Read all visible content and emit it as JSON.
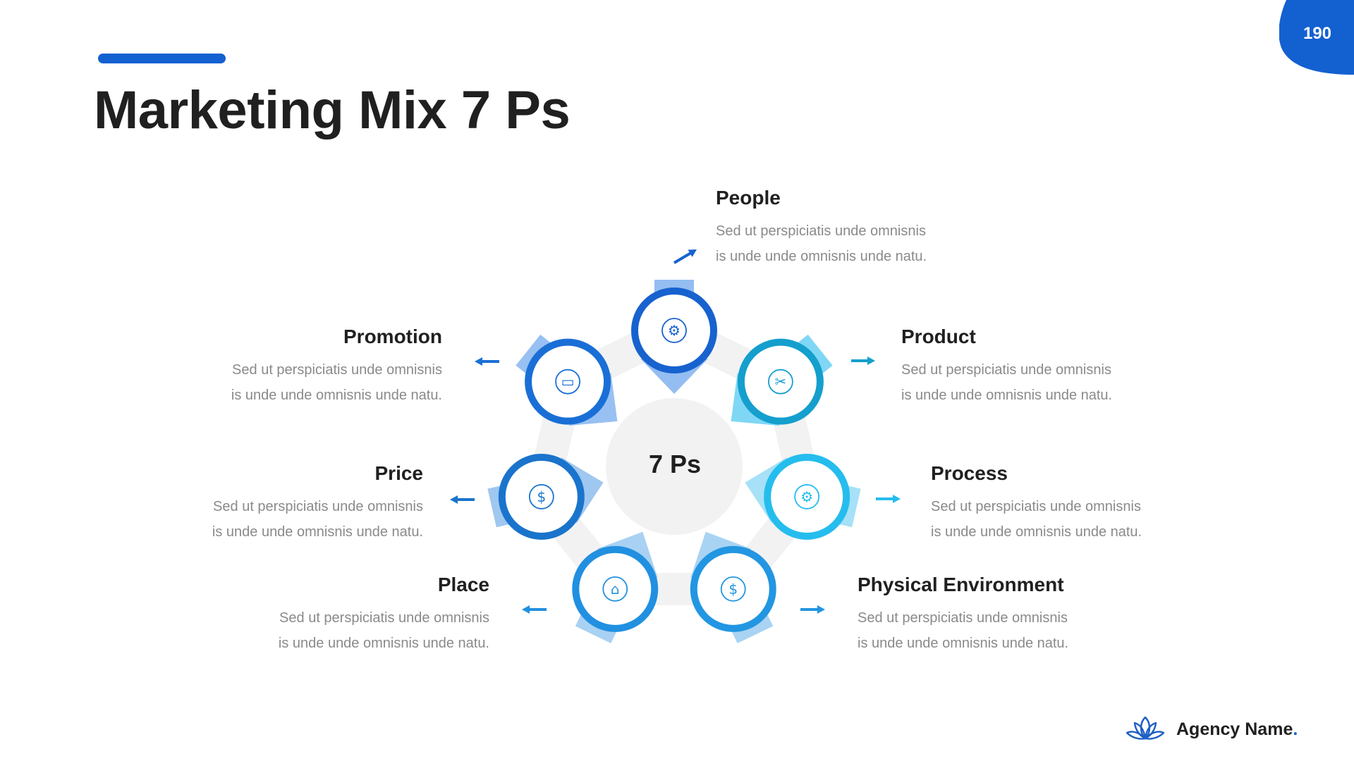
{
  "header": {
    "title": "Marketing Mix 7 Ps",
    "page_number": "190"
  },
  "diagram": {
    "center_label": "7 Ps",
    "items": [
      {
        "key": "people",
        "title": "People",
        "icon": "head-gears-icon",
        "description_line1": "Sed ut perspiciatis unde omnisnis",
        "description_line2": "is unde unde omnisnis unde natu.",
        "ring_color": "#1762cf",
        "arrow_color": "#94bdf2",
        "pointer_color": "#1762cf"
      },
      {
        "key": "product",
        "title": "Product",
        "icon": "tools-icon",
        "description_line1": "Sed ut perspiciatis unde omnisnis",
        "description_line2": "is unde unde omnisnis unde natu.",
        "ring_color": "#149fcd",
        "arrow_color": "#7fd7f5",
        "pointer_color": "#149fcd"
      },
      {
        "key": "process",
        "title": "Process",
        "icon": "gear-chart-icon",
        "description_line1": "Sed ut perspiciatis unde omnisnis",
        "description_line2": "is unde unde omnisnis unde natu.",
        "ring_color": "#25bdee",
        "arrow_color": "#a6e1f7",
        "pointer_color": "#25bdee"
      },
      {
        "key": "physical-environment",
        "title": "Physical Environment",
        "icon": "globe-money-icon",
        "description_line1": "Sed ut perspiciatis unde omnisnis",
        "description_line2": "is unde unde omnisnis unde natu.",
        "ring_color": "#2296e2",
        "arrow_color": "#a9d3f3",
        "pointer_color": "#2296e2"
      },
      {
        "key": "place",
        "title": "Place",
        "icon": "storefront-icon",
        "description_line1": "Sed ut perspiciatis unde omnisnis",
        "description_line2": "is unde unde omnisnis unde natu.",
        "ring_color": "#2190e0",
        "arrow_color": "#a9d1f3",
        "pointer_color": "#2190e0"
      },
      {
        "key": "price",
        "title": "Price",
        "icon": "dollar-network-icon",
        "description_line1": "Sed ut perspiciatis unde omnisnis",
        "description_line2": "is unde unde omnisnis unde natu.",
        "ring_color": "#1a74cc",
        "arrow_color": "#9fc7f0",
        "pointer_color": "#1a74cc"
      },
      {
        "key": "promotion",
        "title": "Promotion",
        "icon": "megaphone-monitor-icon",
        "description_line1": "Sed ut perspiciatis unde omnisnis",
        "description_line2": "is unde unde omnisnis unde natu.",
        "ring_color": "#1a6fd6",
        "arrow_color": "#98c0f2",
        "pointer_color": "#1a6fd6"
      }
    ]
  },
  "footer": {
    "brand_name": "Agency Name",
    "brand_dot": ".",
    "logo_icon": "lotus-icon"
  },
  "colors": {
    "accent": "#1360d1",
    "ring_track": "#f2f2f2",
    "center_fill": "#f2f2f2",
    "title_text": "#202020",
    "body_text": "#8a8a8a"
  }
}
